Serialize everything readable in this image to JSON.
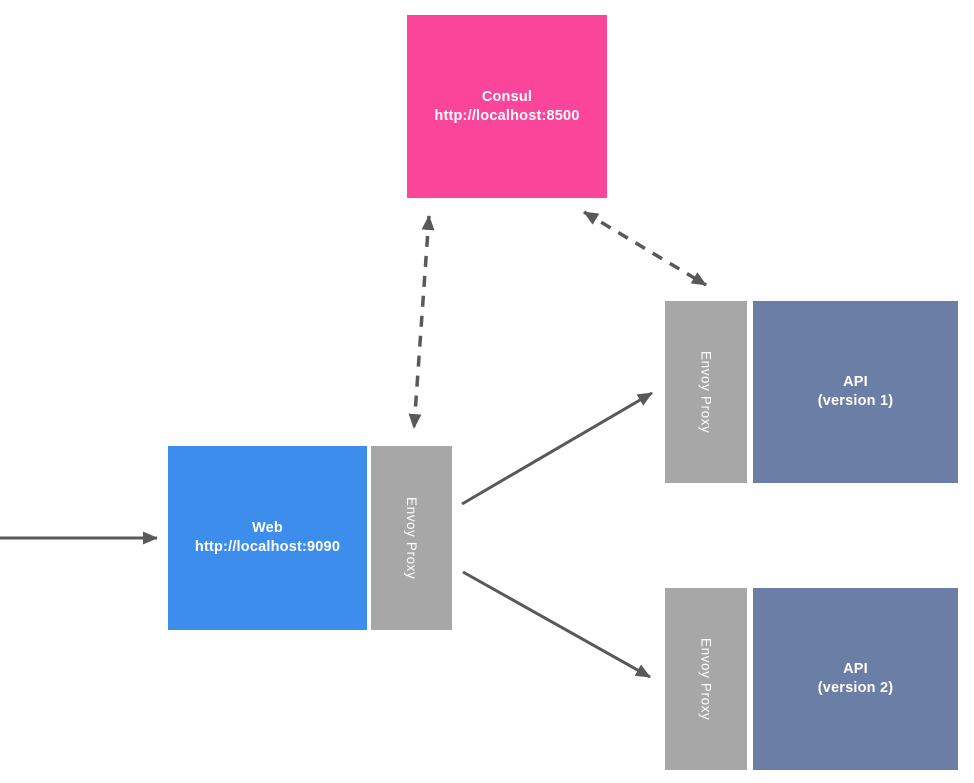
{
  "colors": {
    "background": "#ffffff",
    "consul": "#fb459b",
    "web": "#3c8dec",
    "api": "#6b7ea6",
    "proxy": "#a7a7a7",
    "arrow": "#595959",
    "text": "#ffffff"
  },
  "nodes": {
    "consul": {
      "title": "Consul",
      "subtitle": "http://localhost:8500"
    },
    "web": {
      "title": "Web",
      "subtitle": "http://localhost:9090"
    },
    "web_proxy": {
      "label": "Envoy Proxy"
    },
    "api_v1_proxy": {
      "label": "Envoy Proxy"
    },
    "api_v1": {
      "title": "API",
      "subtitle": "(version 1)"
    },
    "api_v2_proxy": {
      "label": "Envoy Proxy"
    },
    "api_v2": {
      "title": "API",
      "subtitle": "(version 2)"
    }
  },
  "edges": [
    {
      "from": "external",
      "to": "web",
      "style": "solid",
      "direction": "one-way"
    },
    {
      "from": "web_proxy",
      "to": "api_v1_proxy",
      "style": "solid",
      "direction": "one-way"
    },
    {
      "from": "web_proxy",
      "to": "api_v2_proxy",
      "style": "solid",
      "direction": "one-way"
    },
    {
      "from": "consul",
      "to": "web_proxy",
      "style": "dashed",
      "direction": "two-way"
    },
    {
      "from": "consul",
      "to": "api_v1_proxy",
      "style": "dashed",
      "direction": "two-way"
    }
  ]
}
